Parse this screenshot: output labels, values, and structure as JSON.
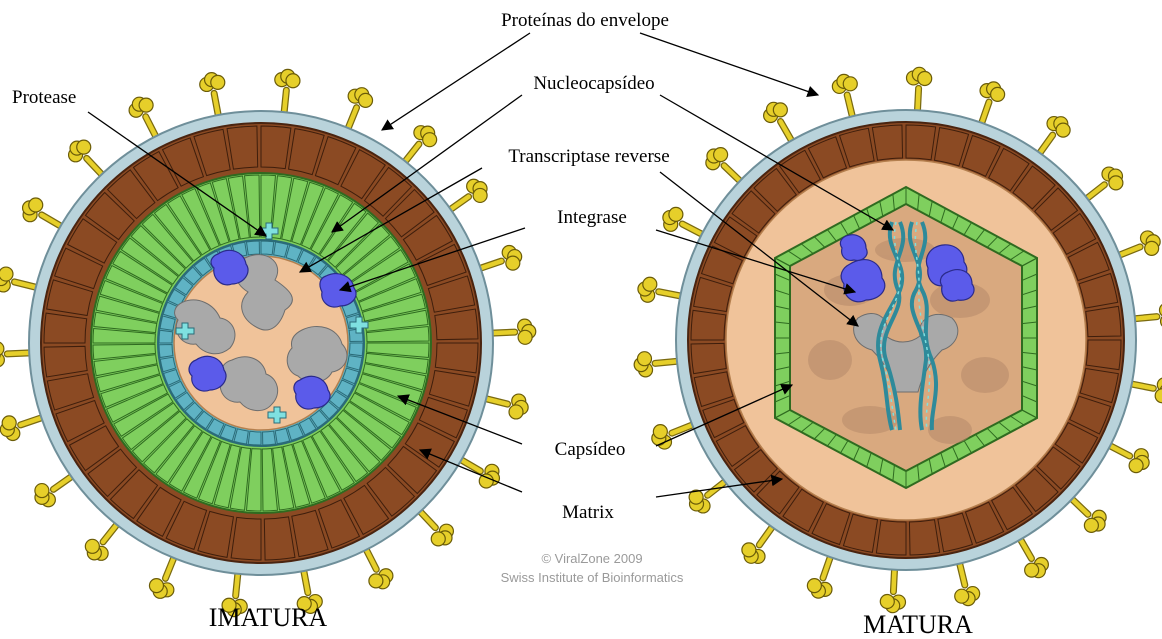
{
  "labels": {
    "envelope_proteins": "Proteínas do envelope",
    "protease": "Protease",
    "nucleocapsid": "Nucleocapsídeo",
    "reverse_transcriptase": "Transcriptase reverse",
    "integrase": "Integrase",
    "capsid": "Capsídeo",
    "matrix": "Matrix"
  },
  "captions": {
    "immature": "IMATURA",
    "mature": "MATURA"
  },
  "credit": {
    "line1": "© ViralZone 2009",
    "line2": "Swiss Institute of Bioinformatics"
  },
  "colors": {
    "envelope": "#b9d3db",
    "matrix": "#8b4a23",
    "capsid": "#7fcf5e",
    "nucleocapsid": "#5fb3c4",
    "interior": "#f0c39a",
    "rna_blob": "#a9a9a9",
    "enzyme": "#5b5bea",
    "spike": "#e6cf2a"
  }
}
